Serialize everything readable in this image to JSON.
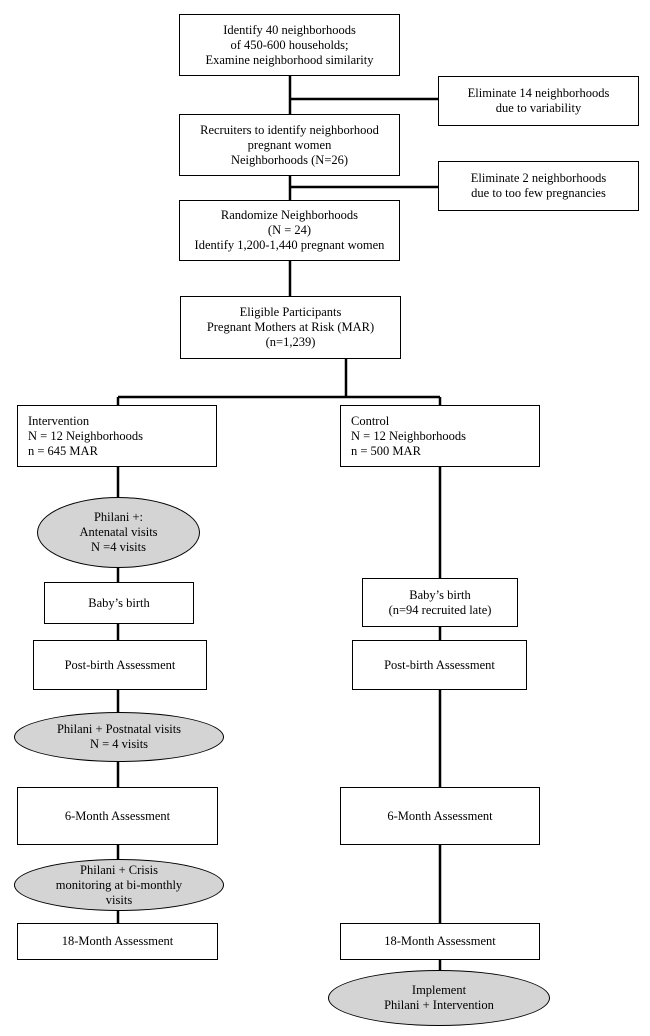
{
  "boxes": {
    "identify": [
      "Identify 40 neighborhoods",
      "of 450-600 households;",
      "Examine neighborhood similarity"
    ],
    "elim14": [
      "Eliminate 14 neighborhoods",
      "due to variability"
    ],
    "recruiters": [
      "Recruiters to identify neighborhood",
      "pregnant women",
      "Neighborhoods (N=26)"
    ],
    "elim2": [
      "Eliminate 2 neighborhoods",
      "due to too few pregnancies"
    ],
    "randomize": [
      "Randomize Neighborhoods",
      "(N = 24)",
      "Identify 1,200-1,440 pregnant women"
    ],
    "eligible": [
      "Eligible Participants",
      "Pregnant Mothers at Risk (MAR)",
      "(n=1,239)"
    ],
    "intervention": [
      "Intervention",
      "N = 12 Neighborhoods",
      "n = 645 MAR"
    ],
    "control": [
      "Control",
      "N = 12 Neighborhoods",
      "n = 500 MAR"
    ],
    "int_birth": [
      "Baby’s birth"
    ],
    "int_post": [
      "Post-birth Assessment"
    ],
    "int_6m": [
      "6-Month Assessment"
    ],
    "int_18m": [
      "18-Month Assessment"
    ],
    "ctl_birth": [
      "Baby’s birth",
      "(n=94 recruited late)"
    ],
    "ctl_post": [
      "Post-birth Assessment"
    ],
    "ctl_6m": [
      "6-Month Assessment"
    ],
    "ctl_18m": [
      "18-Month Assessment"
    ]
  },
  "ellipses": {
    "antenatal": [
      "Philani +:",
      "Antenatal visits",
      "N =4 visits"
    ],
    "postnatal": [
      "Philani + Postnatal visits",
      "N = 4 visits"
    ],
    "crisis": [
      "Philani + Crisis",
      "monitoring at bi-monthly",
      "visits"
    ],
    "implement": [
      "Implement",
      "Philani + Intervention"
    ]
  },
  "colors": {
    "ellipse_fill": "#d4d4d4",
    "line": "#000000"
  }
}
